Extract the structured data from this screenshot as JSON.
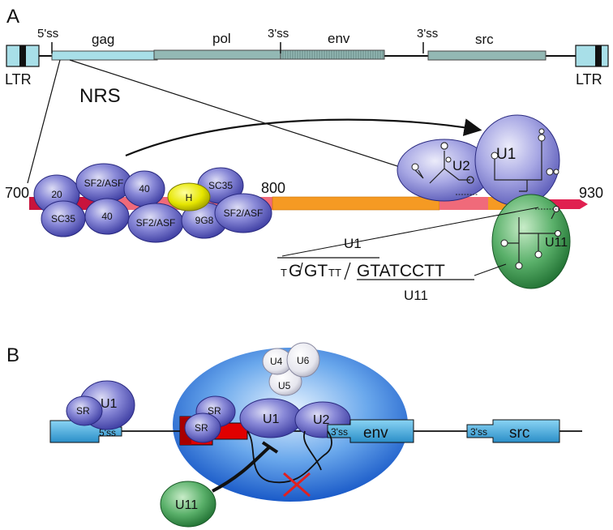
{
  "panel_a": {
    "label": "A",
    "ltr_left": "LTR",
    "ltr_right": "LTR",
    "ss5": "5'ss",
    "ss3_env": "3'ss",
    "ss3_src": "3'ss",
    "gene_gag": "gag",
    "gene_pol": "pol",
    "gene_env": "env",
    "gene_src": "src",
    "nrs": "NRS",
    "pos_700": "700",
    "pos_800": "800",
    "pos_930": "930",
    "proteins": [
      "20",
      "SF2/ASF",
      "40",
      "H",
      "SC35",
      "SC35",
      "40",
      "SF2/ASF",
      "9G8",
      "SF2/ASF"
    ],
    "snrnp_u2": "U2",
    "snrnp_u1": "U1",
    "snrnp_u11": "U11",
    "seq_u1": "U1",
    "seq_u11": "U11",
    "seq_small_t": "T",
    "seq_g": "G",
    "seq_gt": "GT",
    "seq_small_tt": "TT",
    "seq_gtatcctt": "GTATCCTT"
  },
  "panel_b": {
    "label": "B",
    "u4": "U4",
    "u6": "U6",
    "u5": "U5",
    "u1_left": "U1",
    "sr_left": "SR",
    "ss5": "5'ss",
    "sr_top": "SR",
    "sr_mid": "SR",
    "u1_mid": "U1",
    "u2_mid": "U2",
    "ss3_env": "3'ss",
    "env": "env",
    "ss3_src": "3'ss",
    "src": "src",
    "u11": "U11"
  },
  "colors": {
    "light_blue": "#a8dfe8",
    "gray_teal": "#93b8b4",
    "orange": "#f59a23",
    "crimson": "#c8143c",
    "pink": "#f06a7a",
    "snrnp_purple": "#6a6ac8",
    "hnrnp_yellow": "#e8e800",
    "u11_green": "#4aa05a",
    "spliceosome_blue": "#4a90e0",
    "exon_cyan": "#4aaee0",
    "nrs_red": "#e00000",
    "cross_red": "#e02020"
  }
}
